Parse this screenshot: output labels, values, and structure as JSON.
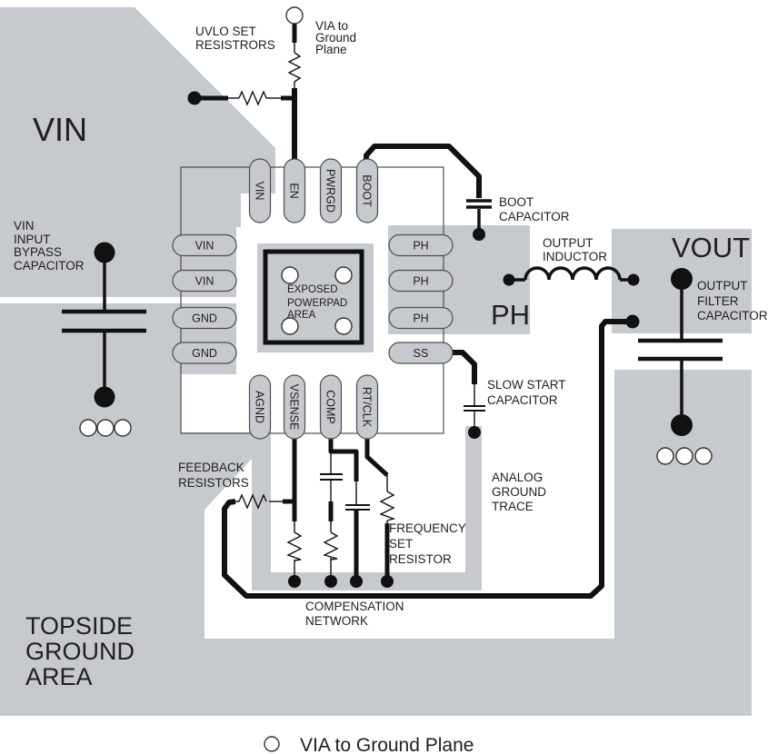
{
  "colors": {
    "copper": "#c6c9ce",
    "trace": "#111111",
    "text": "#202020",
    "outline": "#4d4d4d"
  },
  "planes": {
    "vin": "VIN",
    "vout": "VOUT",
    "ph": "PH",
    "topside": [
      "TOPSIDE",
      "GROUND",
      "AREA"
    ]
  },
  "ic": {
    "pins_top": [
      "VIN",
      "EN",
      "PWRGD",
      "BOOT"
    ],
    "pins_left": [
      "VIN",
      "VIN",
      "GND",
      "GND"
    ],
    "pins_right": [
      "PH",
      "PH",
      "PH",
      "SS"
    ],
    "pins_bottom": [
      "AGND",
      "VSENSE",
      "COMP",
      "RT/CLK"
    ],
    "powerpad": [
      "EXPOSED",
      "POWERPAD",
      "AREA"
    ]
  },
  "annotations": {
    "uvlo": [
      "UVLO SET",
      "RESISTRORS"
    ],
    "via_top": [
      "VIA to",
      "Ground",
      "Plane"
    ],
    "vin_bypass": [
      "VIN",
      "INPUT",
      "BYPASS",
      "CAPACITOR"
    ],
    "boot_cap": [
      "BOOT",
      "CAPACITOR"
    ],
    "output_inductor": [
      "OUTPUT",
      "INDUCTOR"
    ],
    "output_filter": [
      "OUTPUT",
      "FILTER",
      "CAPACITOR"
    ],
    "slow_start": [
      "SLOW START",
      "CAPACITOR"
    ],
    "analog_ground": [
      "ANALOG",
      "GROUND",
      "TRACE"
    ],
    "frequency_set": [
      "FREQUENCY",
      "SET",
      "RESISTOR"
    ],
    "feedback": [
      "FEEDBACK",
      "RESISTORS"
    ],
    "compensation": [
      "COMPENSATION",
      "NETWORK"
    ]
  },
  "legend": {
    "via": "VIA to Ground Plane"
  }
}
